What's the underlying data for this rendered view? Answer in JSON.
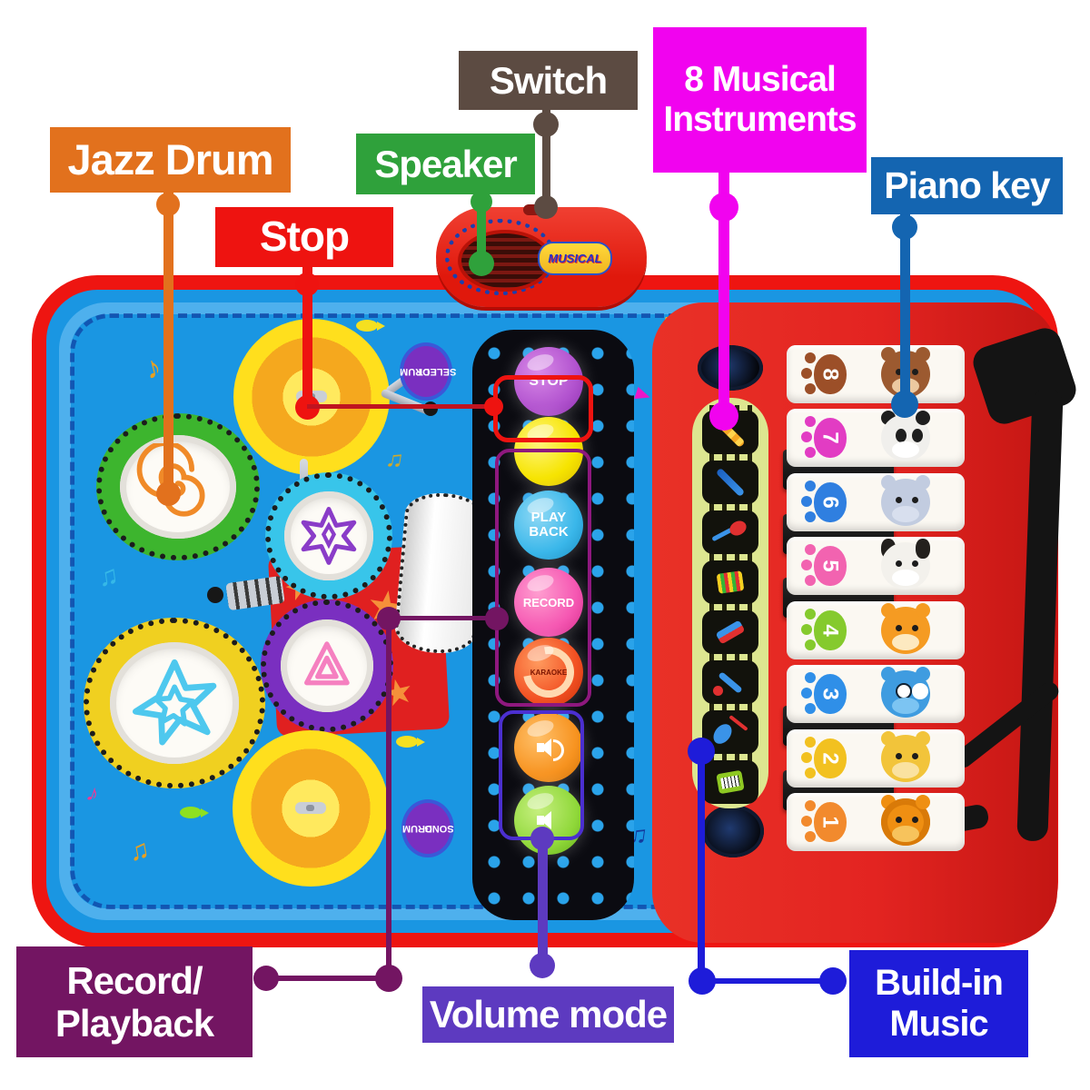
{
  "callouts": {
    "jazz_drum": {
      "text": "Jazz Drum",
      "bg": "#e2711d"
    },
    "stop": {
      "text": "Stop",
      "bg": "#ee1310"
    },
    "speaker": {
      "text": "Speaker",
      "bg": "#2fa13b"
    },
    "switch": {
      "text": "Switch",
      "bg": "#5c4b42"
    },
    "instruments": {
      "line1": "8 Musical",
      "line2": "Instruments",
      "bg": "#f103ef"
    },
    "piano_key": {
      "text": "Piano key",
      "bg": "#1465b1"
    },
    "record_playback": {
      "line1": "Record/",
      "line2": "Playback",
      "bg": "#731562"
    },
    "volume_mode": {
      "text": "Volume mode",
      "bg": "#5d3ac0"
    },
    "build_in_music": {
      "line1": "Build-in",
      "line2": "Music",
      "bg": "#1e1cd9"
    }
  },
  "toy": {
    "speaker_logo": "MUSICAL",
    "badge_top": {
      "line1": "DRUM",
      "line2": "SELECT"
    },
    "badge_bottom": {
      "line1": "DRUM",
      "line2": "SONG"
    },
    "panel": {
      "buttons": [
        {
          "id": "stop",
          "label": "STOP",
          "color": "#b253cf"
        },
        {
          "id": "demo",
          "label": "",
          "color": "#f6e400"
        },
        {
          "id": "playback",
          "line1": "PLAY",
          "line2": "BACK",
          "color": "#3ab7ea"
        },
        {
          "id": "record",
          "label": "RECORD",
          "color": "#f557b2"
        },
        {
          "id": "karaoke",
          "label": "KARAOKE",
          "color": "#f25022"
        },
        {
          "id": "volume-up",
          "icon": "speaker-high-icon",
          "color": "#f79320"
        },
        {
          "id": "volume-down",
          "icon": "speaker-low-icon",
          "color": "#90d83a"
        }
      ]
    },
    "piano": {
      "keys": [
        {
          "num": "8",
          "animal": "monkey"
        },
        {
          "num": "7",
          "animal": "panda"
        },
        {
          "num": "6",
          "animal": "elephant"
        },
        {
          "num": "5",
          "animal": "dog"
        },
        {
          "num": "4",
          "animal": "tiger"
        },
        {
          "num": "3",
          "animal": "owl"
        },
        {
          "num": "2",
          "animal": "leopard"
        },
        {
          "num": "1",
          "animal": "lion"
        }
      ],
      "instruments": [
        "flute",
        "clarinet",
        "guitar",
        "accordion",
        "harmonica",
        "trumpet",
        "violin",
        "piano"
      ]
    }
  },
  "decor": {
    "note_single": "♪",
    "note_double": "♫"
  },
  "colors": {
    "mat_blue": "#1a96e2",
    "mat_border_red": "#ee1511",
    "panel_black": "#0b0b11",
    "panel_dot_blue": "#2aa3ea",
    "piano_red": "#e32421",
    "instrument_strip": "#dde690",
    "cymbal_yellow": "#ffdf1d",
    "leader_record": "#8e187e",
    "leader_volume": "#4b2fd0"
  }
}
